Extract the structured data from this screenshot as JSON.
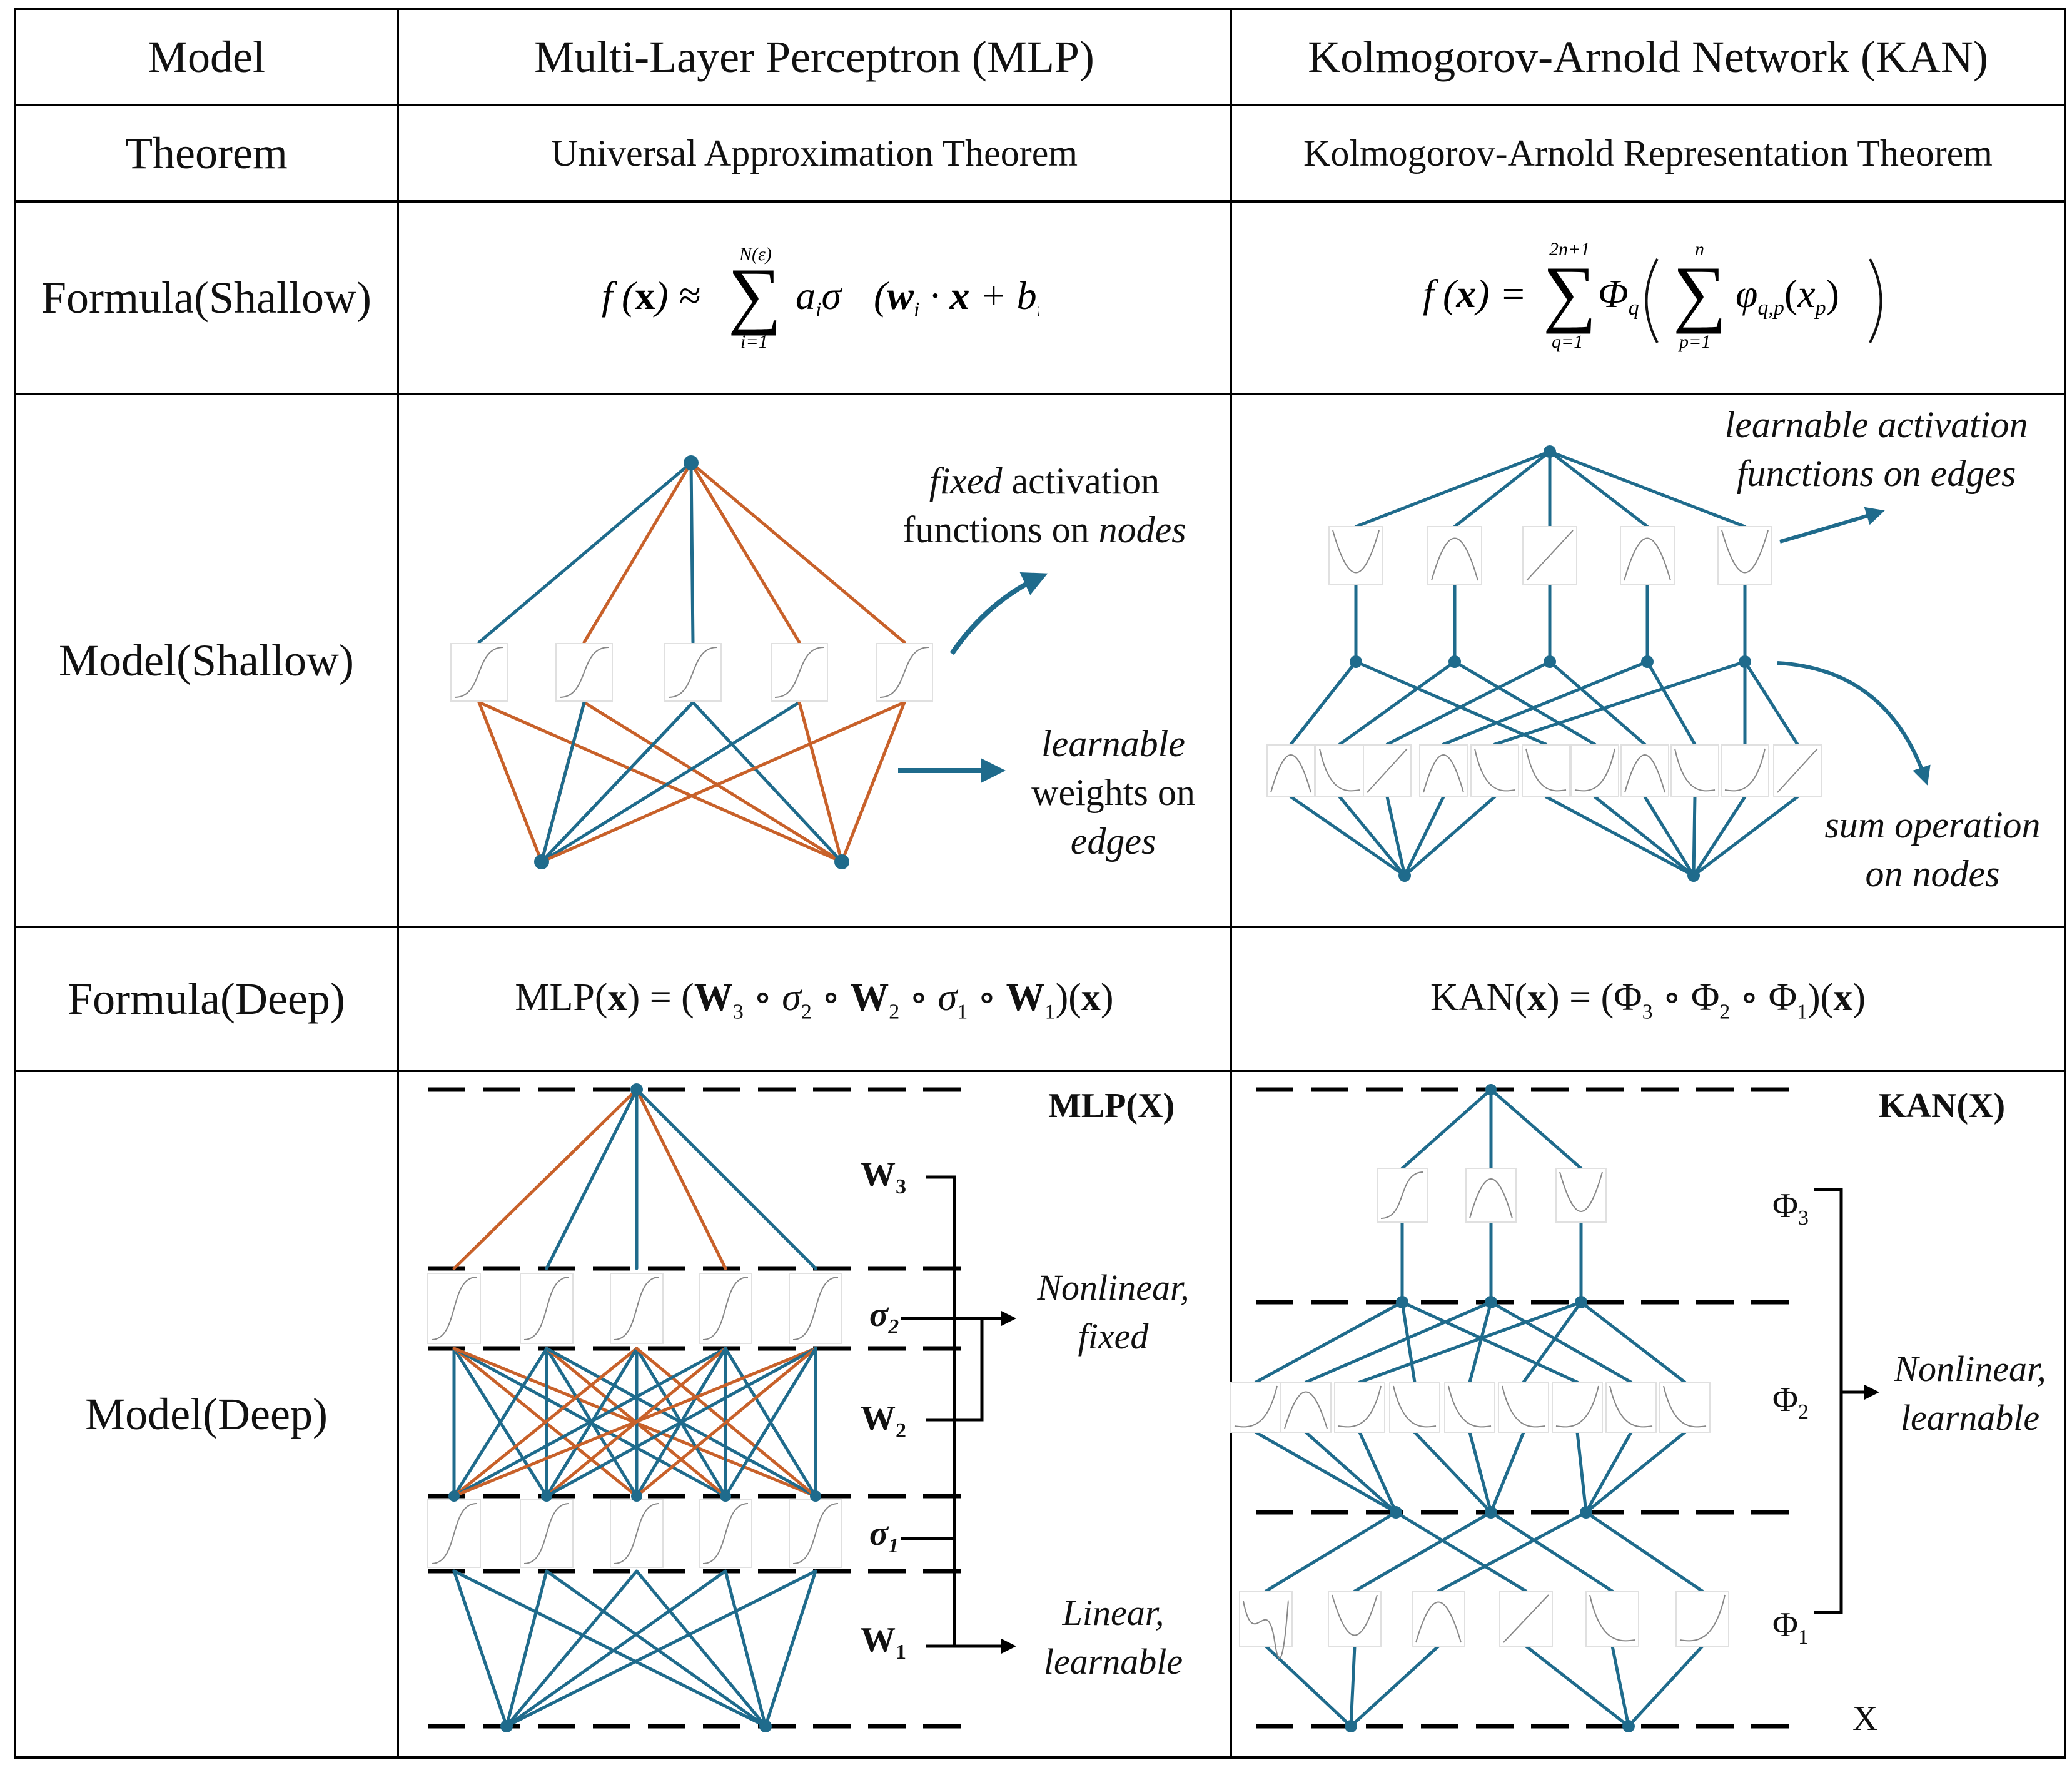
{
  "headers": {
    "model": "Model",
    "mlp": "Multi-Layer Perceptron (MLP)",
    "kan": "Kolmogorov-Arnold Network (KAN)"
  },
  "rows": {
    "theorem": "Theorem",
    "formula_shallow": "Formula(Shallow)",
    "model_shallow": "Model(Shallow)",
    "formula_deep": "Formula(Deep)",
    "model_deep": "Model(Deep)"
  },
  "theorems": {
    "mlp": "Universal Approximation Theorem",
    "kan": "Kolmogorov-Arnold Representation Theorem"
  },
  "formulas": {
    "mlp_shallow": "f(x) ≈ Σ_{i=1}^{N(ε)} a_i σ(w_i · x + b_i)",
    "kan_shallow": "f(x) = Σ_{q=1}^{2n+1} Φ_q ( Σ_{p=1}^{n} φ_{q,p}(x_p) )",
    "mlp_deep": "MLP(x) = (W3 ∘ σ2 ∘ W2 ∘ σ1 ∘ W1)(x)",
    "kan_deep": "KAN(x) = (Φ3 ∘ Φ2 ∘ Φ1)(x)"
  },
  "annotations": {
    "mlp_fixed_1": "fixed",
    "mlp_fixed_2": "activation",
    "mlp_fixed_3": "functions on",
    "mlp_fixed_4": "nodes",
    "mlp_weights_1": "learnable",
    "mlp_weights_2": "weights on",
    "mlp_weights_3": "edges",
    "kan_act_1": "learnable activation",
    "kan_act_2": "functions on edges",
    "kan_sum_1": "sum operation",
    "kan_sum_2": "on nodes",
    "mlp_nonlinear_1": "Nonlinear,",
    "mlp_nonlinear_2": "fixed",
    "mlp_linear_1": "Linear,",
    "mlp_linear_2": "learnable",
    "kan_nonlinear_1": "Nonlinear,",
    "kan_nonlinear_2": "learnable"
  },
  "deep_labels": {
    "mlp_title": "MLP(X)",
    "kan_title": "KAN(X)",
    "W3": "W",
    "W3_sub": "3",
    "sigma2": "σ",
    "sigma2_sub": "2",
    "W2": "W",
    "W2_sub": "2",
    "sigma1": "σ",
    "sigma1_sub": "1",
    "W1": "W",
    "W1_sub": "1",
    "Phi3": "Φ",
    "Phi3_sub": "3",
    "Phi2": "Φ",
    "Phi2_sub": "2",
    "Phi1": "Φ",
    "Phi1_sub": "1",
    "X": "X"
  },
  "colors": {
    "blue": "#1f6b8c",
    "orange": "#c8612a",
    "border": "#000000"
  }
}
